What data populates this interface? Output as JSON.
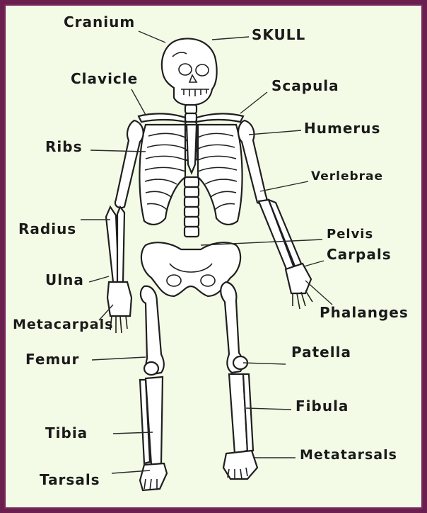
{
  "labels": {
    "cranium": "Cranium",
    "skull": "SKULL",
    "clavicle": "Clavicle",
    "scapula": "Scapula",
    "humerus": "Humerus",
    "ribs": "Ribs",
    "vertebrae": "Verlebrae",
    "radius": "Radius",
    "pelvis": "Pelvis",
    "carpals": "Carpals",
    "ulna": "Ulna",
    "phalanges": "Phalanges",
    "metacarpals": "Metacarpals",
    "femur": "Femur",
    "patella": "Patella",
    "fibula": "Fibula",
    "tibia": "Tibia",
    "metatarsals": "Metatarsals",
    "tarsals": "Tarsals"
  },
  "colors": {
    "frame": "#6b1f4f",
    "paper": "#f3fbe6",
    "ink": "#1a1a1a"
  }
}
